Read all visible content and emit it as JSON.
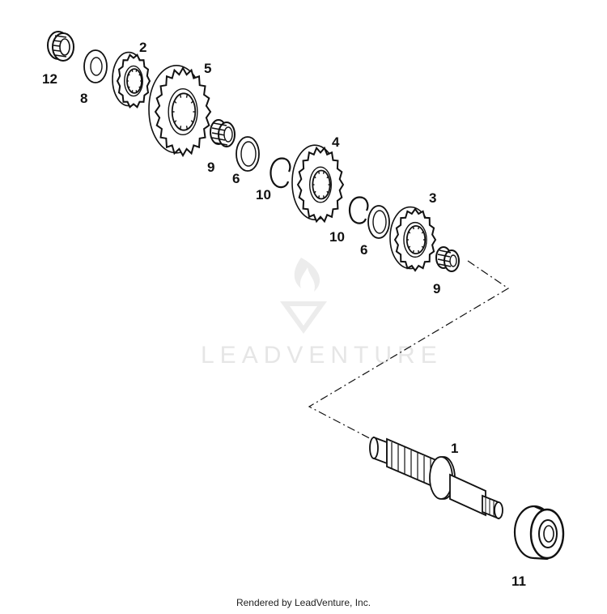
{
  "diagram": {
    "callouts": {
      "p1": "1",
      "p2": "2",
      "p3": "3",
      "p4": "4",
      "p5": "5",
      "p6a": "6",
      "p6b": "6",
      "p8": "8",
      "p9a": "9",
      "p9b": "9",
      "p10a": "10",
      "p10b": "10",
      "p11": "11",
      "p12": "12"
    },
    "watermark": "LEADVENTURE",
    "footer": "Rendered by LeadVenture, Inc."
  },
  "colors": {
    "ink": "#111111",
    "watermark": "#e6e6e6",
    "background": "#ffffff"
  }
}
